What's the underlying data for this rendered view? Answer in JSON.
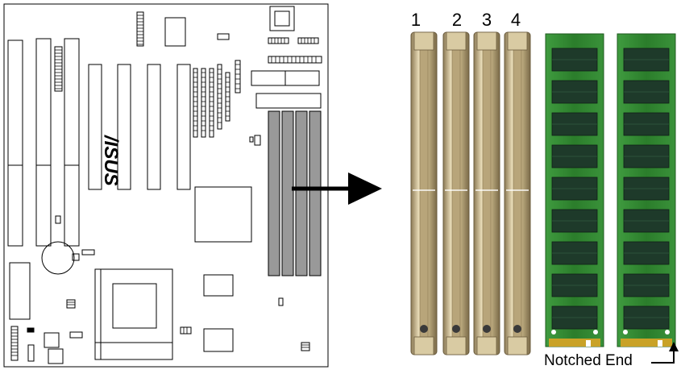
{
  "board": {
    "logo_text": "/ISUS"
  },
  "sockets": {
    "labels": [
      "1",
      "2",
      "3",
      "4"
    ]
  },
  "modules": {
    "caption": "Notched End"
  },
  "colors": {
    "line": "#000000",
    "dimm_slot_fill": "#999999",
    "socket_frame": "#c8b48a",
    "socket_inner": "#e6d9b4",
    "module_pcb": "#2f8a2f",
    "module_chip": "#1e3a2a"
  }
}
